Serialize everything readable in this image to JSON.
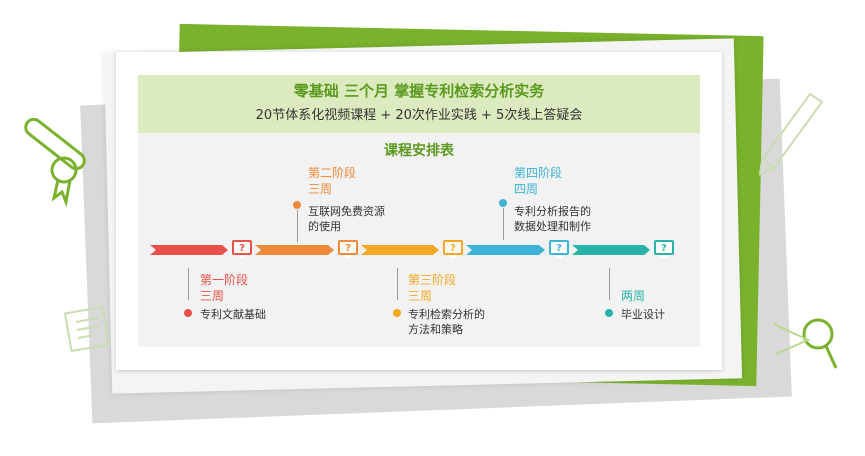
{
  "header": {
    "headline": "零基础   三个月   掌握专利检索分析实务",
    "subline": "20节体系化视频课程 + 20次作业实践 + 5次线上答疑会"
  },
  "schedule": {
    "title": "课程安排表",
    "icon_symbol": "?",
    "stages": [
      {
        "title_line1": "第一阶段",
        "title_line2": "三周",
        "desc_line1": "专利文献基础",
        "desc_line2": "",
        "color": "#e8514a"
      },
      {
        "title_line1": "第二阶段",
        "title_line2": "三周",
        "desc_line1": "互联网免费资源",
        "desc_line2": "的使用",
        "color": "#ef8a3a"
      },
      {
        "title_line1": "第三阶段",
        "title_line2": "三周",
        "desc_line1": "专利检索分析的",
        "desc_line2": "方法和策略",
        "color": "#f5a623"
      },
      {
        "title_line1": "第四阶段",
        "title_line2": "四周",
        "desc_line1": "专利分析报告的",
        "desc_line2": "数据处理和制作",
        "color": "#3db4d6"
      },
      {
        "title_line1": "两周",
        "title_line2": "",
        "desc_line1": "毕业设计",
        "desc_line2": "",
        "color": "#28b3a8"
      }
    ]
  },
  "colors": {
    "brand_green": "#5b9a1f",
    "header_band": "#dcebbf",
    "accent_green": "#7ab22e"
  },
  "icons": [
    "diploma-scroll-icon",
    "pencil-icon",
    "sticky-note-icon",
    "magnifier-icon",
    "monitor-question-icon"
  ]
}
